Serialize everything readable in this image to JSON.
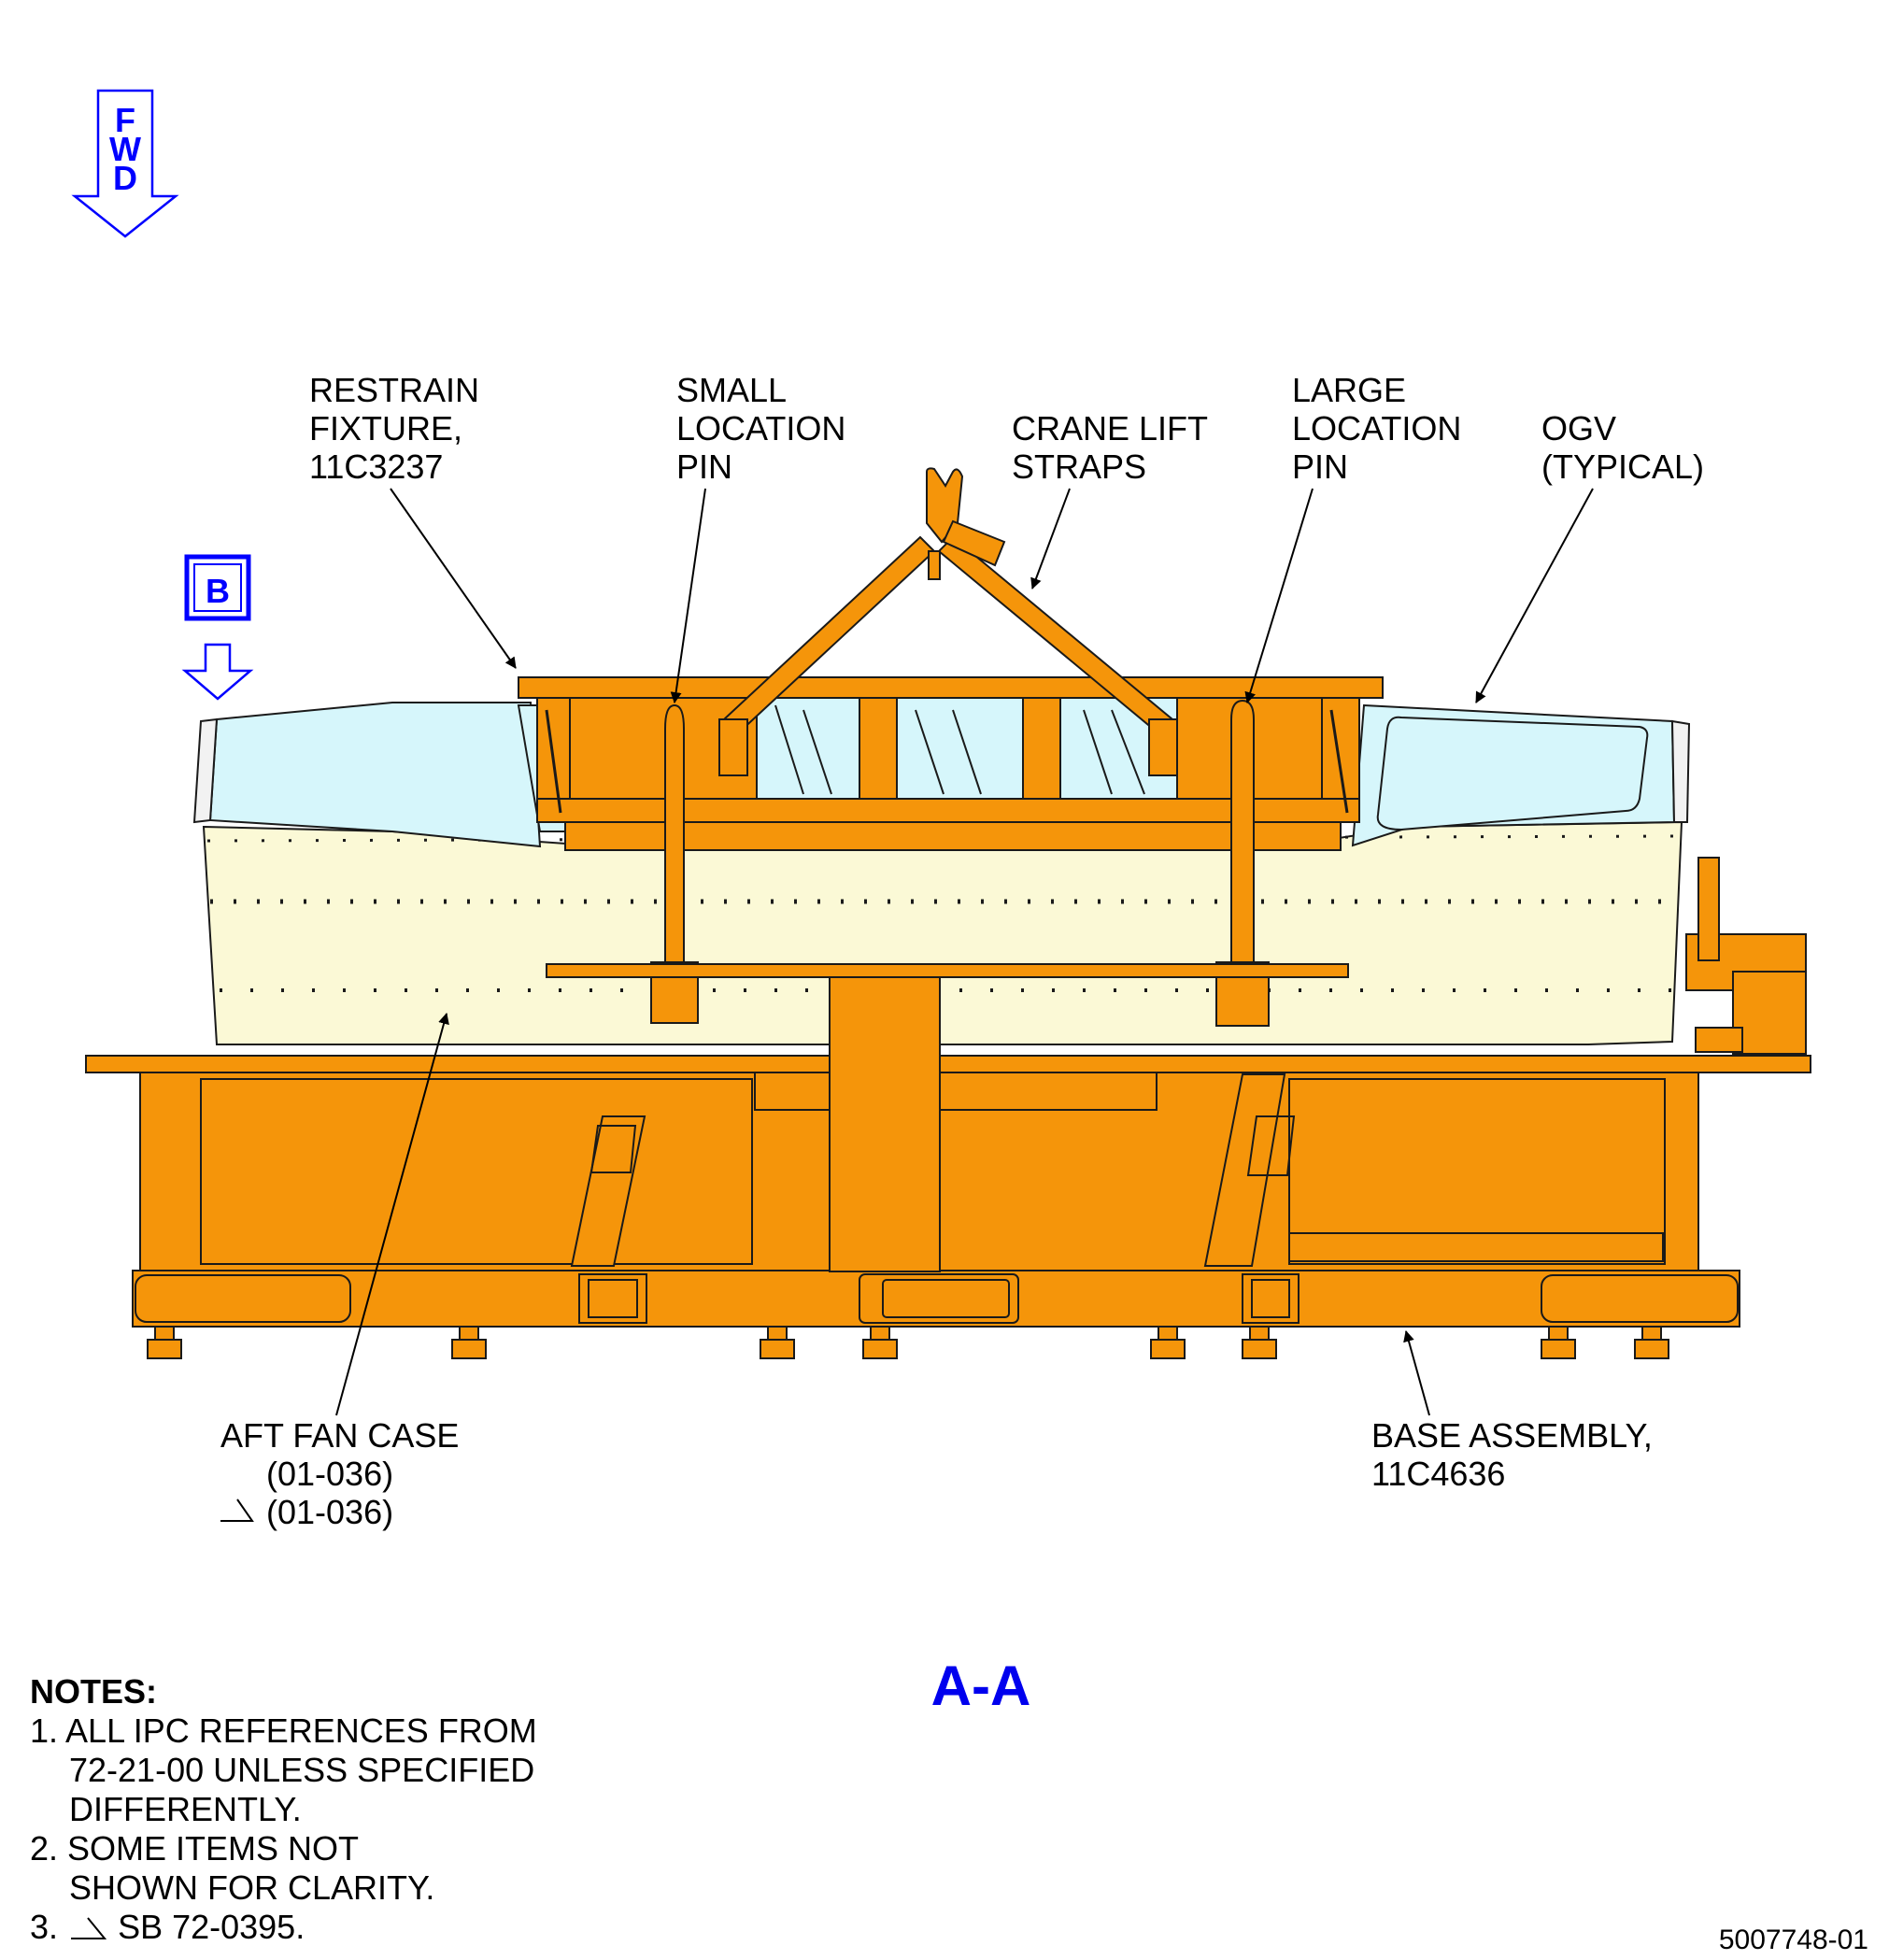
{
  "labels": {
    "fwd": [
      "F",
      "W",
      "D"
    ],
    "view_b": "B",
    "restrain_fixture": [
      "RESTRAIN",
      "FIXTURE,",
      "11C3237"
    ],
    "small_location_pin": [
      "SMALL",
      "LOCATION",
      "PIN"
    ],
    "crane_lift_straps": [
      "CRANE LIFT",
      "STRAPS"
    ],
    "large_location_pin": [
      "LARGE",
      "LOCATION",
      "PIN"
    ],
    "ogv": [
      "OGV",
      "(TYPICAL)"
    ],
    "aft_fan_case": [
      "AFT FAN CASE",
      "(01-036)",
      "(01-036)"
    ],
    "base_assembly": [
      "BASE ASSEMBLY,",
      "11C4636"
    ]
  },
  "view_title": "A-A",
  "notes": {
    "heading": "NOTES:",
    "items": [
      [
        "1. ALL IPC REFERENCES FROM",
        "72-21-00 UNLESS SPECIFIED",
        "DIFFERENTLY."
      ],
      [
        "2. SOME ITEMS NOT",
        "SHOWN FOR CLARITY."
      ],
      [
        "3.",
        "SB 72-0395."
      ]
    ]
  },
  "document_number": "5007748-01",
  "colors": {
    "fixture_orange": "#f5950a",
    "fan_case_yellow": "#fbf9d6",
    "ogv_blue": "#d6f6fb",
    "callout_blue": "#0000ff",
    "outline": "#1a1a1a"
  }
}
